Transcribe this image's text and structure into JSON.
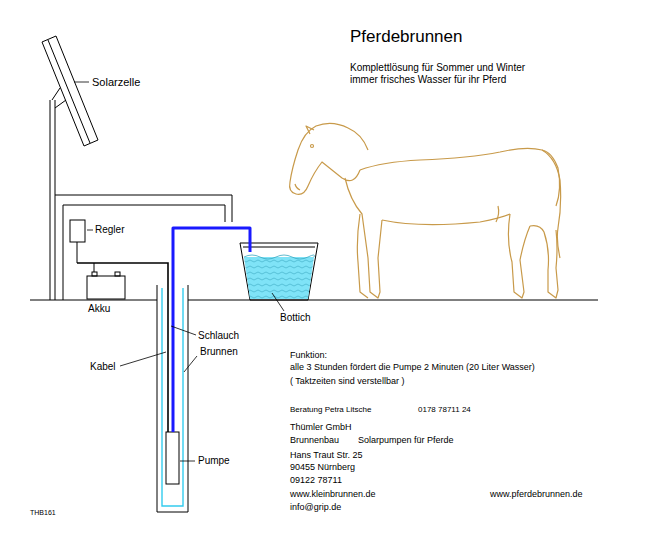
{
  "diagram": {
    "title": "Pferdebrunnen",
    "labels": [
      "Komplettlösung für Sommer und Winter",
      "immer frisches Wasser für ihr Pferd",
      "Solarzelle",
      "Regler",
      "Akku",
      "Schlauch",
      "Kabel",
      "Brunnen",
      "Pumpe",
      "Bottich",
      "Funktion:",
      "alle 3 Stunden fördert die Pumpe 2 Minuten (20 Liter Wasser)",
      "( Taktzeiten sind verstellbar )",
      "Beratung Petra Litsche",
      "0178 78711 24",
      "Thümler GmbH",
      "Brunnenbau",
      "Solarpumpen für Pferde",
      "Hans Traut Str. 25",
      "90455 Nürnberg",
      "09122 78711",
      "www.kleinbrunnen.de",
      "info@grip.de",
      "www.pferdebrunnen.de",
      "THB161"
    ]
  }
}
